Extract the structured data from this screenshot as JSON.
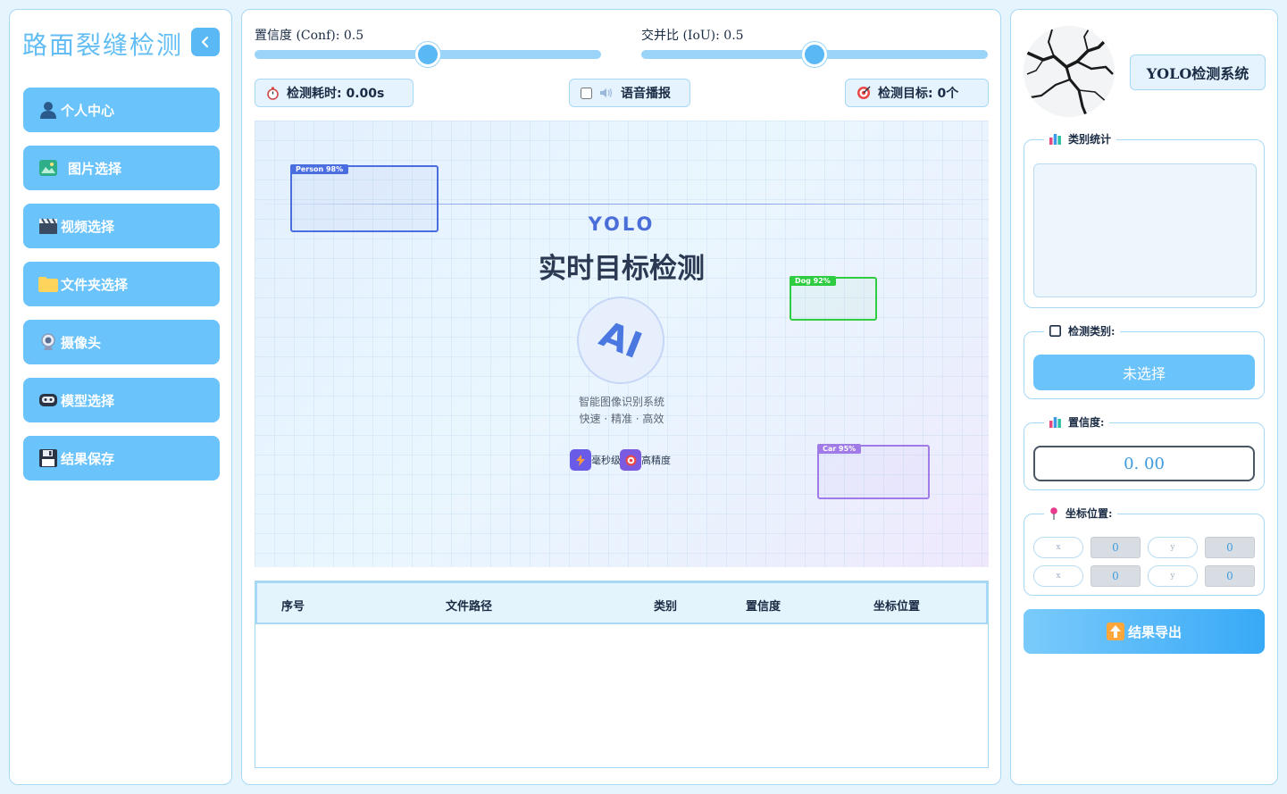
{
  "sidebar": {
    "title": "路面裂缝检测",
    "items": [
      {
        "label": "个人中心",
        "icon": "user-icon"
      },
      {
        "label": "图片选择",
        "icon": "image-icon"
      },
      {
        "label": "视频选择",
        "icon": "clapperboard-icon"
      },
      {
        "label": "文件夹选择",
        "icon": "folder-icon"
      },
      {
        "label": "摄像头",
        "icon": "webcam-icon"
      },
      {
        "label": "模型选择",
        "icon": "model-icon"
      },
      {
        "label": "结果保存",
        "icon": "floppy-disk-icon"
      }
    ]
  },
  "controls": {
    "conf_label": "置信度 (Conf): 0.5",
    "conf_value": 0.5,
    "iou_label": "交并比 (IoU): 0.5",
    "iou_value": 0.5,
    "time_label": "检测耗时: 0.00s",
    "voice_label": "语音播报",
    "voice_checked": false,
    "target_label": "检测目标: 0个"
  },
  "preview": {
    "boxes": [
      {
        "label": "Person 98%",
        "color": "#4a6ee0"
      },
      {
        "label": "Dog 92%",
        "color": "#2ecc40"
      },
      {
        "label": "Car 95%",
        "color": "#a07ae6"
      }
    ],
    "brand": "YOLO",
    "headline": "实时目标检测",
    "logo_text": "AI",
    "subtitle": "智能图像识别系统",
    "tagline": "快速 · 精准 · 高效",
    "features": [
      {
        "label": "毫秒级",
        "icon": "lightning-icon",
        "color": "#6a5ae8"
      },
      {
        "label": "高精度",
        "icon": "target-icon",
        "color": "#7a5ae0"
      }
    ]
  },
  "table": {
    "headers": [
      "序号",
      "文件路径",
      "类别",
      "置信度",
      "坐标位置"
    ],
    "rows": []
  },
  "right": {
    "system_title": "YOLO检测系统",
    "stats_legend": "类别统计",
    "class_legend": "检测类别:",
    "class_value": "未选择",
    "conf_legend": "置信度:",
    "conf_value": "0. 00",
    "coord_legend": "坐标位置:",
    "coords": {
      "xmin_key": "x",
      "xmin": "0",
      "ymin_key": "y",
      "ymin": "0",
      "xmax_key": "x",
      "xmax": "0",
      "ymax_key": "y",
      "ymax": "0"
    },
    "export_label": "结果导出"
  },
  "colors": {
    "accent": "#6ac3fa",
    "border": "#a8d8f5",
    "title": "#62bdf4"
  }
}
